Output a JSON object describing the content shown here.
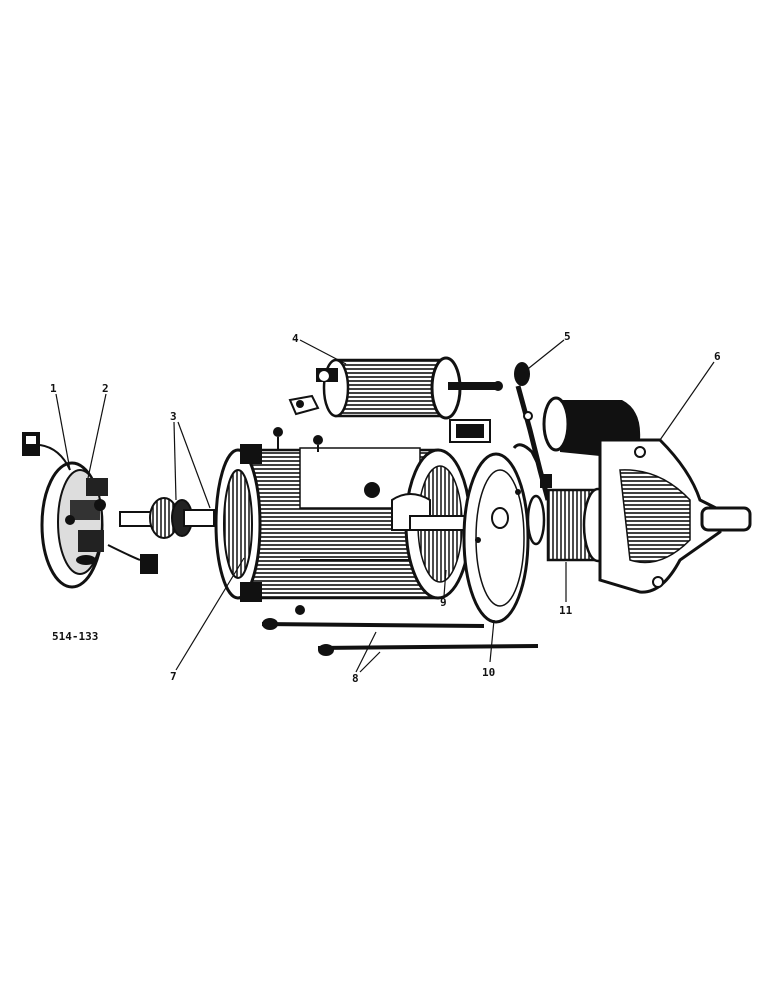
{
  "figure": {
    "id": "514-133",
    "callouts": [
      "1",
      "2",
      "3",
      "4",
      "5",
      "6",
      "7",
      "8",
      "9",
      "10",
      "11"
    ]
  },
  "colors": {
    "ink": "#111111",
    "paper": "#ffffff",
    "shade": "#3a3a3a"
  }
}
